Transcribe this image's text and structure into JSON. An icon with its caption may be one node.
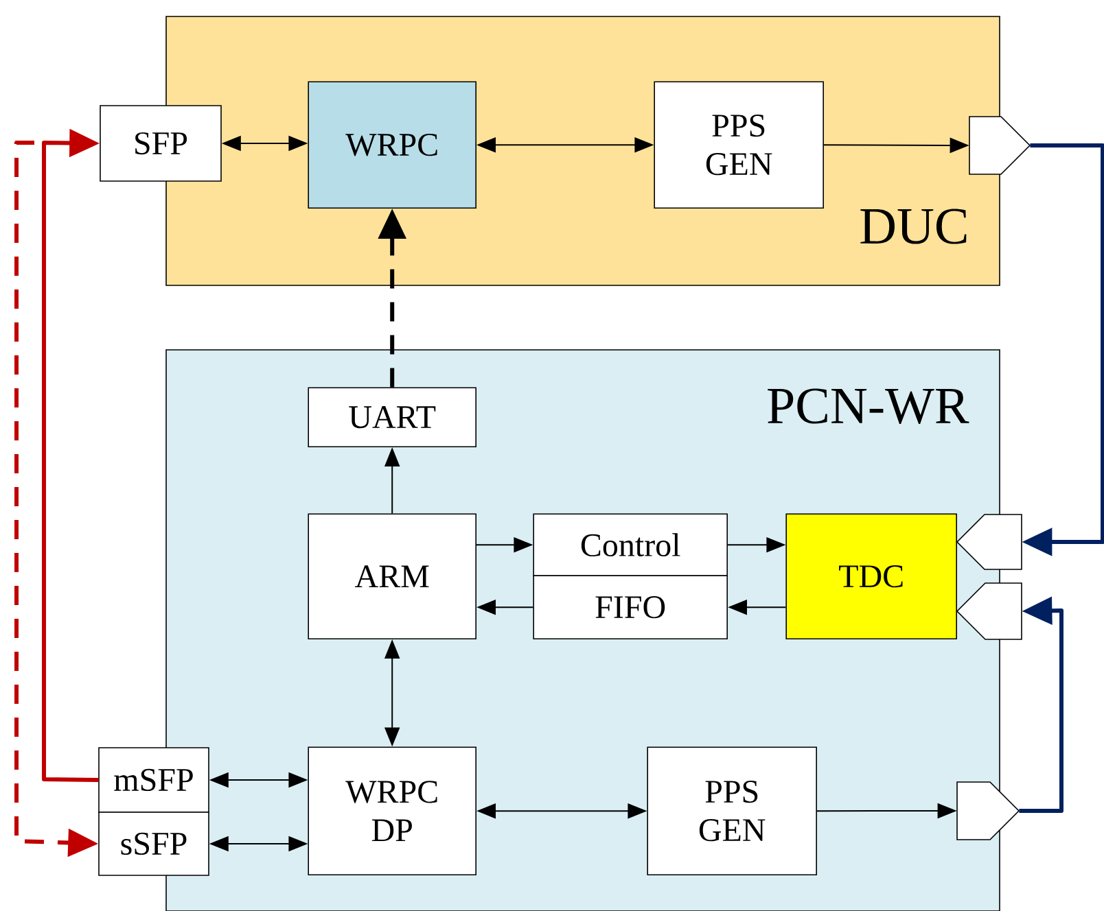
{
  "diagram": {
    "nodes": [
      {
        "text": [
          "DUC"
        ]
      },
      {
        "text": [
          "SFP"
        ]
      },
      {
        "text": [
          "WRPC"
        ],
        "in": 0
      },
      {
        "text": [
          "PPS GEN"
        ],
        "in": 0
      },
      {
        "text": [],
        "shape": "pentagon"
      },
      {
        "text": [
          "PCN-WR"
        ]
      },
      {
        "text": [
          "UART"
        ],
        "in": 5
      },
      {
        "text": [
          "ARM"
        ],
        "in": 5
      },
      {
        "text": [
          "Control"
        ],
        "in": 5
      },
      {
        "text": [
          "FIFO"
        ],
        "in": 5
      },
      {
        "text": [
          "TDC"
        ],
        "in": 5
      },
      {
        "text": [],
        "shape": "pentagon"
      },
      {
        "text": [],
        "shape": "pentagon"
      },
      {
        "text": [
          "mSFP"
        ]
      },
      {
        "text": [
          "sSFP"
        ]
      },
      {
        "text": [
          "WRPC DP"
        ],
        "in": 5
      },
      {
        "text": [
          "PPS GEN"
        ],
        "in": 5
      },
      {
        "text": [],
        "shape": "pentagon"
      }
    ],
    "edges": [
      {
        "from": 1,
        "to": 2,
        "arrow": "both"
      },
      {
        "from": 2,
        "to": 3,
        "arrow": "both"
      },
      {
        "from": 3,
        "to": 4,
        "arrow": "to"
      },
      {
        "from": 4,
        "to": 11,
        "arrow": "to",
        "style": "thick",
        "color": "#002060"
      },
      {
        "from": 6,
        "to": 2,
        "arrow": "to",
        "style": "dashed"
      },
      {
        "from": 7,
        "to": 6,
        "arrow": "to"
      },
      {
        "from": 7,
        "to": 8,
        "arrow": "to"
      },
      {
        "from": 8,
        "to": 10,
        "arrow": "to"
      },
      {
        "from": 10,
        "to": 9,
        "arrow": "to"
      },
      {
        "from": 9,
        "to": 7,
        "arrow": "to"
      },
      {
        "from": 7,
        "to": 15,
        "arrow": "both"
      },
      {
        "from": 13,
        "to": 15,
        "arrow": "both"
      },
      {
        "from": 14,
        "to": 15,
        "arrow": "both"
      },
      {
        "from": 15,
        "to": 16,
        "arrow": "both"
      },
      {
        "from": 16,
        "to": 17,
        "arrow": "to"
      },
      {
        "from": 17,
        "to": 12,
        "arrow": "to",
        "style": "thick",
        "color": "#002060"
      },
      {
        "from": 13,
        "to": 1,
        "arrow": "to",
        "style": "thick",
        "color": "#c00000"
      },
      {
        "from": null,
        "to": 14,
        "arrow": "to",
        "style": "dashed",
        "color": "#c00000"
      }
    ]
  }
}
